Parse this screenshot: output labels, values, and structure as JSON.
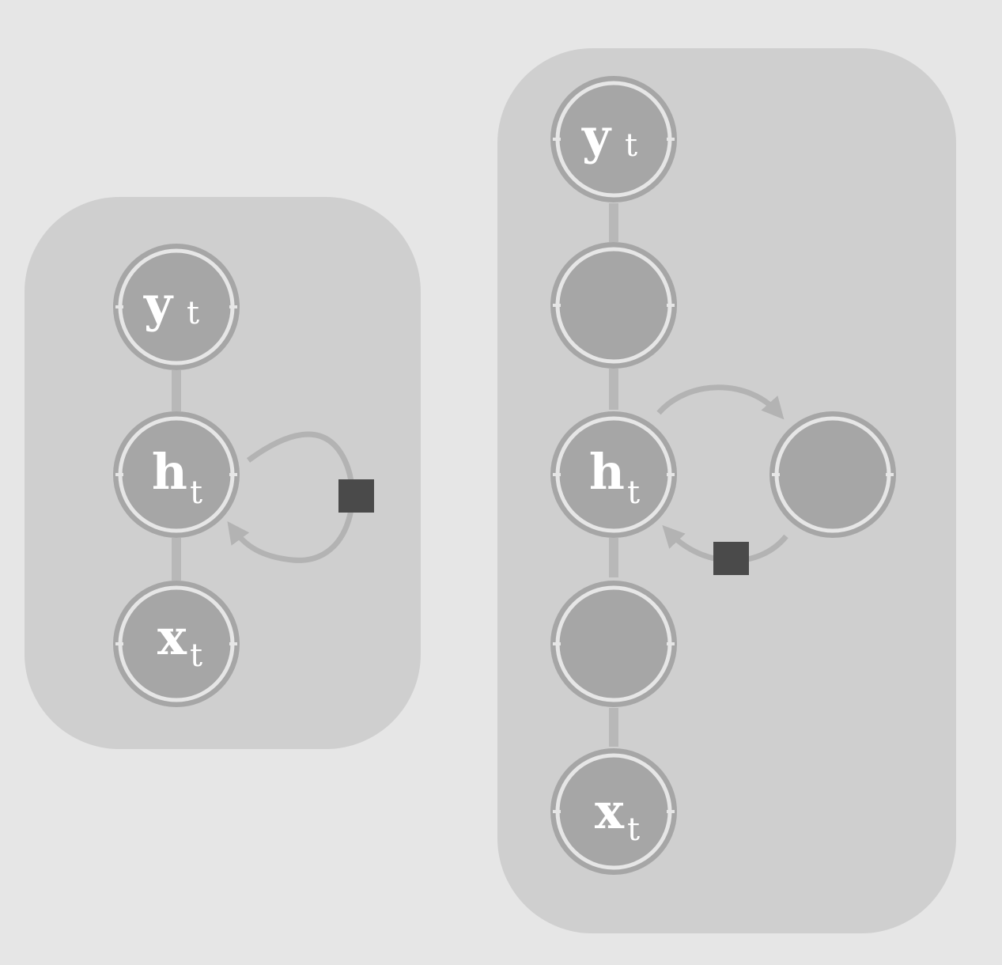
{
  "colors": {
    "background": "#e6e6e6",
    "panel": "#cfcfcf",
    "node_fill": "#a6a6a6",
    "node_outer_ring": "#a6a6a6",
    "node_inner_ring": "#e6e6e6",
    "edge": "#b8b8b8",
    "arrow": "#b3b3b3",
    "delay_box": "#4a4a4a"
  },
  "diagram": {
    "simple_rnn": {
      "nodes": {
        "output": {
          "main": "y",
          "sub": "t"
        },
        "hidden": {
          "main": "h",
          "sub": "t"
        },
        "input": {
          "main": "x",
          "sub": "t"
        }
      },
      "recurrence": {
        "delay_marker": "square"
      }
    },
    "deep_rnn": {
      "nodes": {
        "output": {
          "main": "y",
          "sub": "t"
        },
        "upper_hidden": {
          "main": "",
          "sub": ""
        },
        "hidden": {
          "main": "h",
          "sub": "t"
        },
        "lower_hidden": {
          "main": "",
          "sub": ""
        },
        "input": {
          "main": "x",
          "sub": "t"
        },
        "side_state": {
          "main": "",
          "sub": ""
        }
      },
      "recurrence": {
        "delay_marker": "square"
      }
    }
  }
}
